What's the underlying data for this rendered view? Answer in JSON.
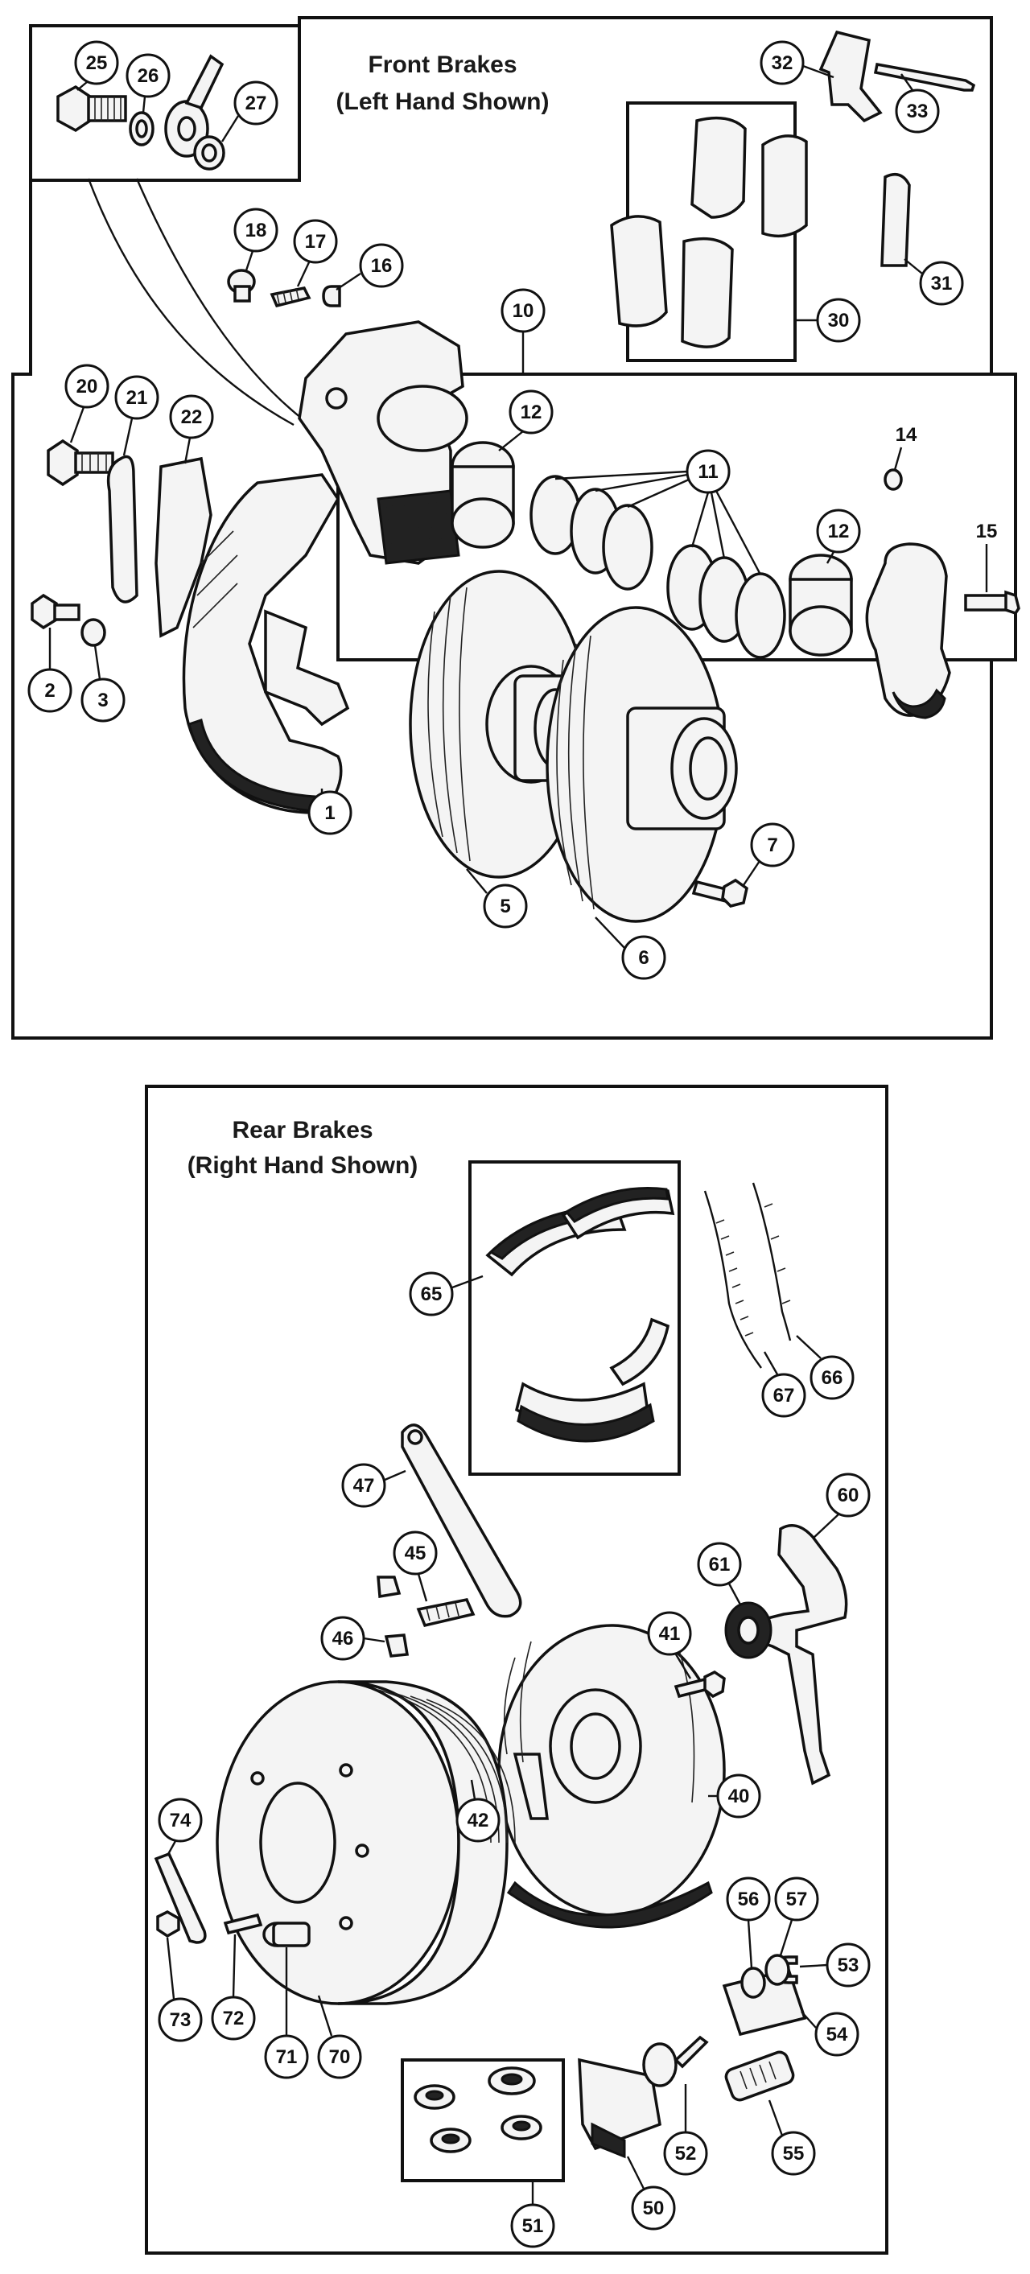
{
  "front": {
    "heading_line1": "Front Brakes",
    "heading_line2": "(Left Hand Shown)"
  },
  "rear": {
    "heading_line1": "Rear Brakes",
    "heading_line2": "(Right Hand Shown)"
  },
  "callouts": {
    "c1": "1",
    "c2": "2",
    "c3": "3",
    "c5": "5",
    "c6": "6",
    "c7": "7",
    "c10": "10",
    "c11": "11",
    "c12a": "12",
    "c12b": "12",
    "c14": "14",
    "c15": "15",
    "c16": "16",
    "c17": "17",
    "c18": "18",
    "c20": "20",
    "c21": "21",
    "c22": "22",
    "c25": "25",
    "c26": "26",
    "c27": "27",
    "c30": "30",
    "c31": "31",
    "c32": "32",
    "c33": "33",
    "c40": "40",
    "c41": "41",
    "c42": "42",
    "c45": "45",
    "c46": "46",
    "c47": "47",
    "c50": "50",
    "c51": "51",
    "c52": "52",
    "c53": "53",
    "c54": "54",
    "c55": "55",
    "c56": "56",
    "c57": "57",
    "c60": "60",
    "c61": "61",
    "c65": "65",
    "c66": "66",
    "c67": "67",
    "c70": "70",
    "c71": "71",
    "c72": "72",
    "c73": "73",
    "c74": "74"
  }
}
